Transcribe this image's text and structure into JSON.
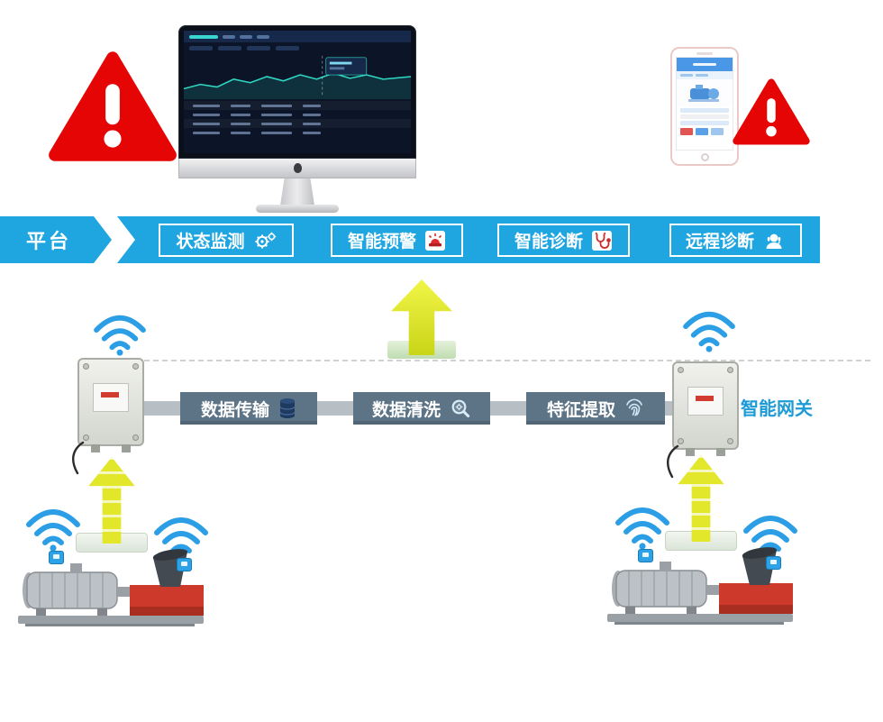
{
  "diagram": {
    "platform": {
      "label": "平台",
      "bar_color": "#1fa6e0",
      "items": [
        {
          "label": "状态监测",
          "icon": "gears-icon"
        },
        {
          "label": "智能预警",
          "icon": "alarm-icon"
        },
        {
          "label": "智能诊断",
          "icon": "stethoscope-icon"
        },
        {
          "label": "远程诊断",
          "icon": "remote-support-icon"
        }
      ]
    },
    "pipeline": {
      "bar_color": "#5d7487",
      "items": [
        {
          "label": "数据传输",
          "icon": "database-icon"
        },
        {
          "label": "数据清洗",
          "icon": "magnifier-icon"
        },
        {
          "label": "特征提取",
          "icon": "fingerprint-icon"
        }
      ]
    },
    "gateway_label": "智能网关",
    "colors": {
      "platform_blue": "#1fa6e0",
      "ribbon_gray": "#5d7487",
      "warning_red": "#e60505",
      "wifi_blue": "#2b9ee6",
      "arrow_yellow": "#e3e72b",
      "gateway_label_blue": "#1d9bd6"
    }
  }
}
